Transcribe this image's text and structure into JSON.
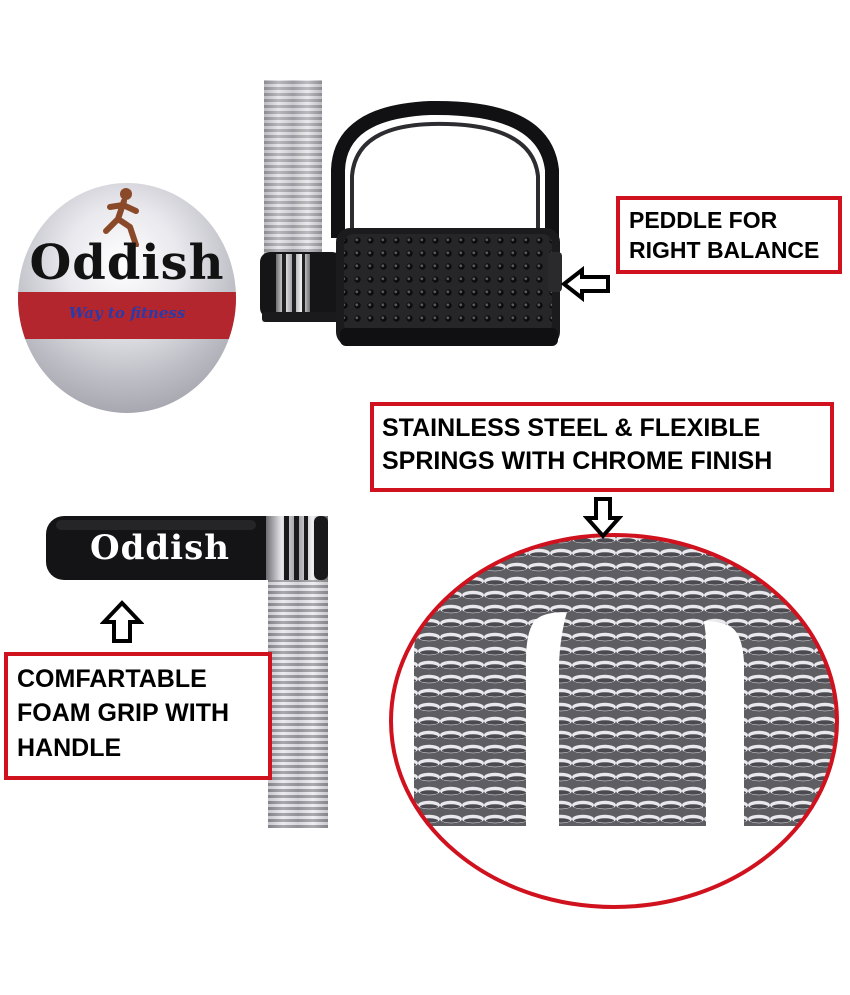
{
  "logo": {
    "brand": "Oddish",
    "tagline": "Way to fitness"
  },
  "grip": {
    "brand": "Oddish"
  },
  "callouts": {
    "pedal": [
      "PEDDLE FOR",
      "RIGHT BALANCE"
    ],
    "springs": [
      "STAINLESS STEEL & FLEXIBLE",
      "SPRINGS WITH CHROME FINISH"
    ],
    "grip": [
      "COMFARTABLE",
      "FOAM GRIP WITH",
      "HANDLE"
    ]
  },
  "colors": {
    "accent_red": "#d0121f",
    "logo_band": "#b3262d",
    "tagline_blue": "#2a3aa8",
    "chrome": "#b9b9bd",
    "rubber_black": "#1c1c1c"
  },
  "icons": [
    "runner-icon",
    "arrow-left-icon",
    "arrow-down-icon",
    "arrow-up-icon"
  ]
}
